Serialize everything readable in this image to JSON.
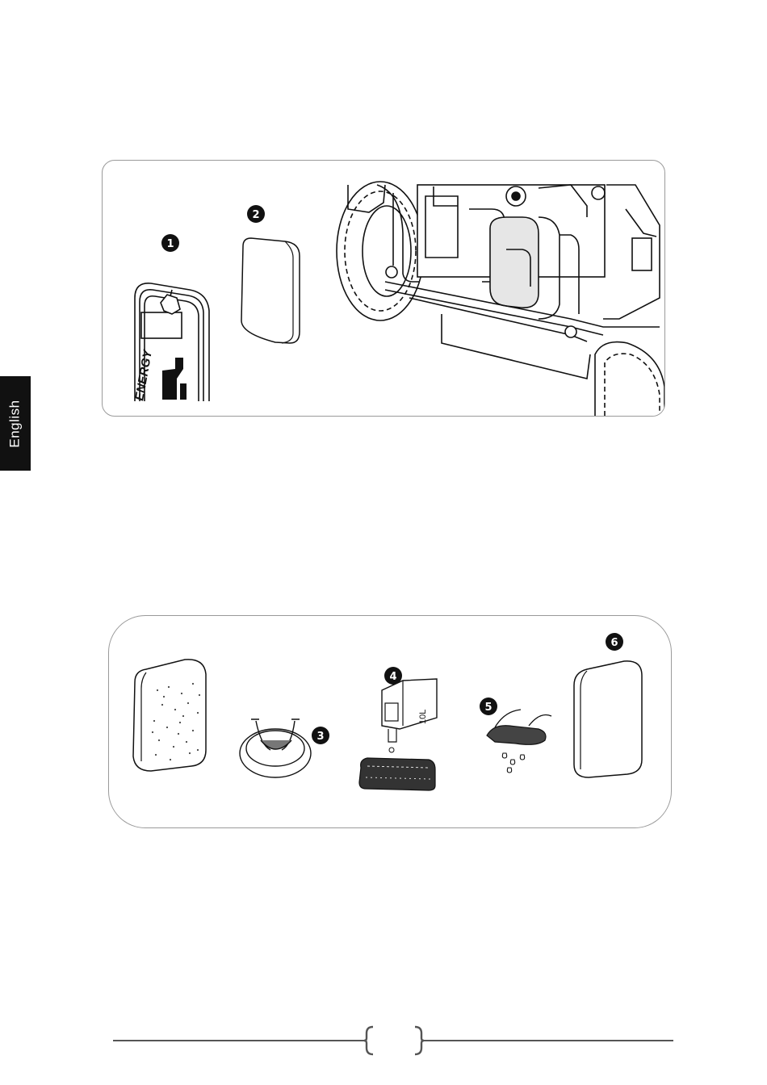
{
  "sidebar": {
    "language_tab": "English"
  },
  "figure1": {
    "markers": [
      "1",
      "2"
    ],
    "generator_text": "ENERGY"
  },
  "figure2": {
    "markers": [
      "3",
      "4",
      "5",
      "6"
    ],
    "container_label": "10L"
  },
  "footer": {
    "page_number": ""
  }
}
